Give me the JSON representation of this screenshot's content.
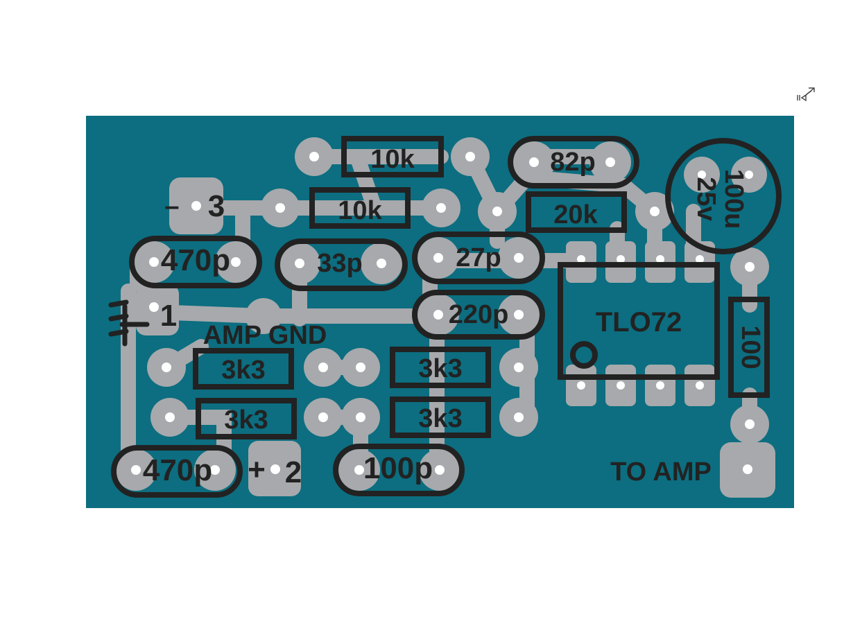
{
  "colors": {
    "board": "#0c6e80",
    "copper": "#a7a9ac",
    "silkscreen": "#222222",
    "hole": "#ffffff"
  },
  "labels": {
    "r_top": "10k",
    "r_second": "10k",
    "r_20k": "20k",
    "r_100": "100",
    "c_82p": "82p",
    "c_27p": "27p",
    "c_220p": "220p",
    "c_33p": "33p",
    "c_470p_top": "470p",
    "c_470p_bottom": "470p",
    "c_100p": "100p",
    "r_3k3_a": "3k3",
    "r_3k3_b": "3k3",
    "r_3k3_c": "3k3",
    "r_3k3_d": "3k3",
    "cap_value": "100u",
    "cap_voltage": "25v",
    "ic": "TLO72",
    "pin_minus": "–",
    "pin_3": "3",
    "pin_1": "1",
    "pin_plus": "+",
    "pin_2": "2",
    "amp_gnd": "AMP GND",
    "to_amp": "TO AMP"
  },
  "icons": {
    "corner": "resize-arrow-icon",
    "ground": "ground-symbol-icon"
  }
}
